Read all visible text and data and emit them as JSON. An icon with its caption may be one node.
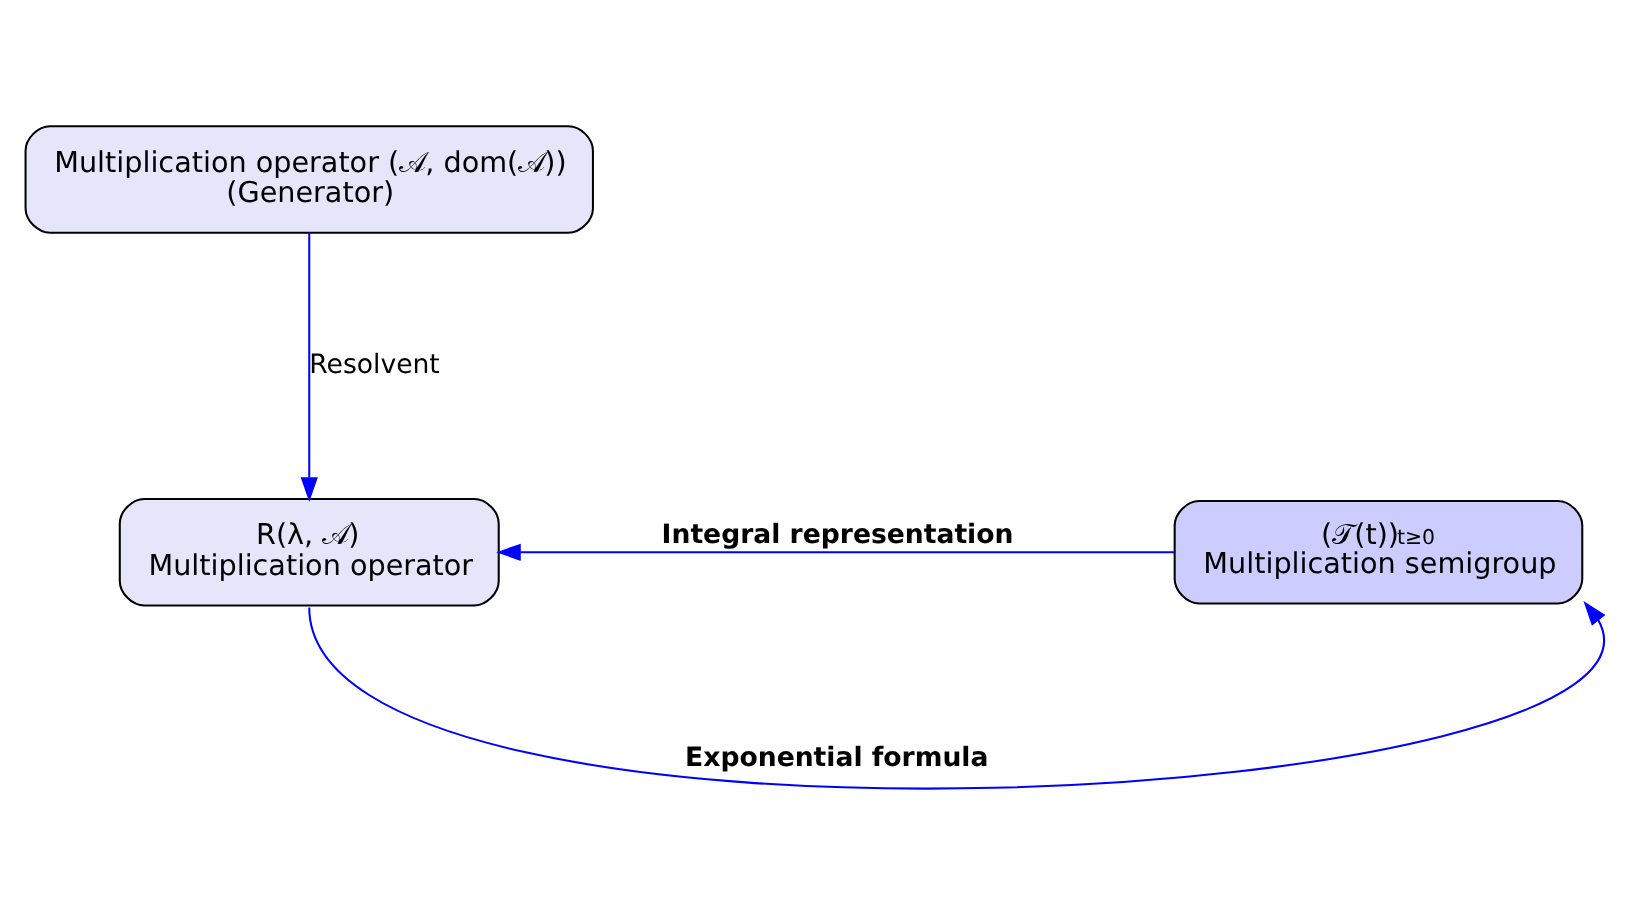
{
  "diagram": {
    "nodes": [
      {
        "text": [
          "Multiplication operator (𝒜, dom(𝒜))",
          "(Generator)"
        ]
      },
      {
        "text": [
          "(𝒯(t))$_{t≥0}$",
          "Multiplication semigroup"
        ]
      },
      {
        "text": [
          "R(λ, 𝒜)",
          "Multiplication operator"
        ]
      }
    ],
    "edges": [
      {
        "from": 0,
        "to": 2,
        "arrow": "to",
        "label": "Resolvent"
      },
      {
        "from": 1,
        "to": 2,
        "arrow": "to",
        "label": "**Integral representation**"
      },
      {
        "from": 2,
        "to": 1,
        "arrow": "to",
        "label": "**Exponential formula**"
      }
    ]
  }
}
